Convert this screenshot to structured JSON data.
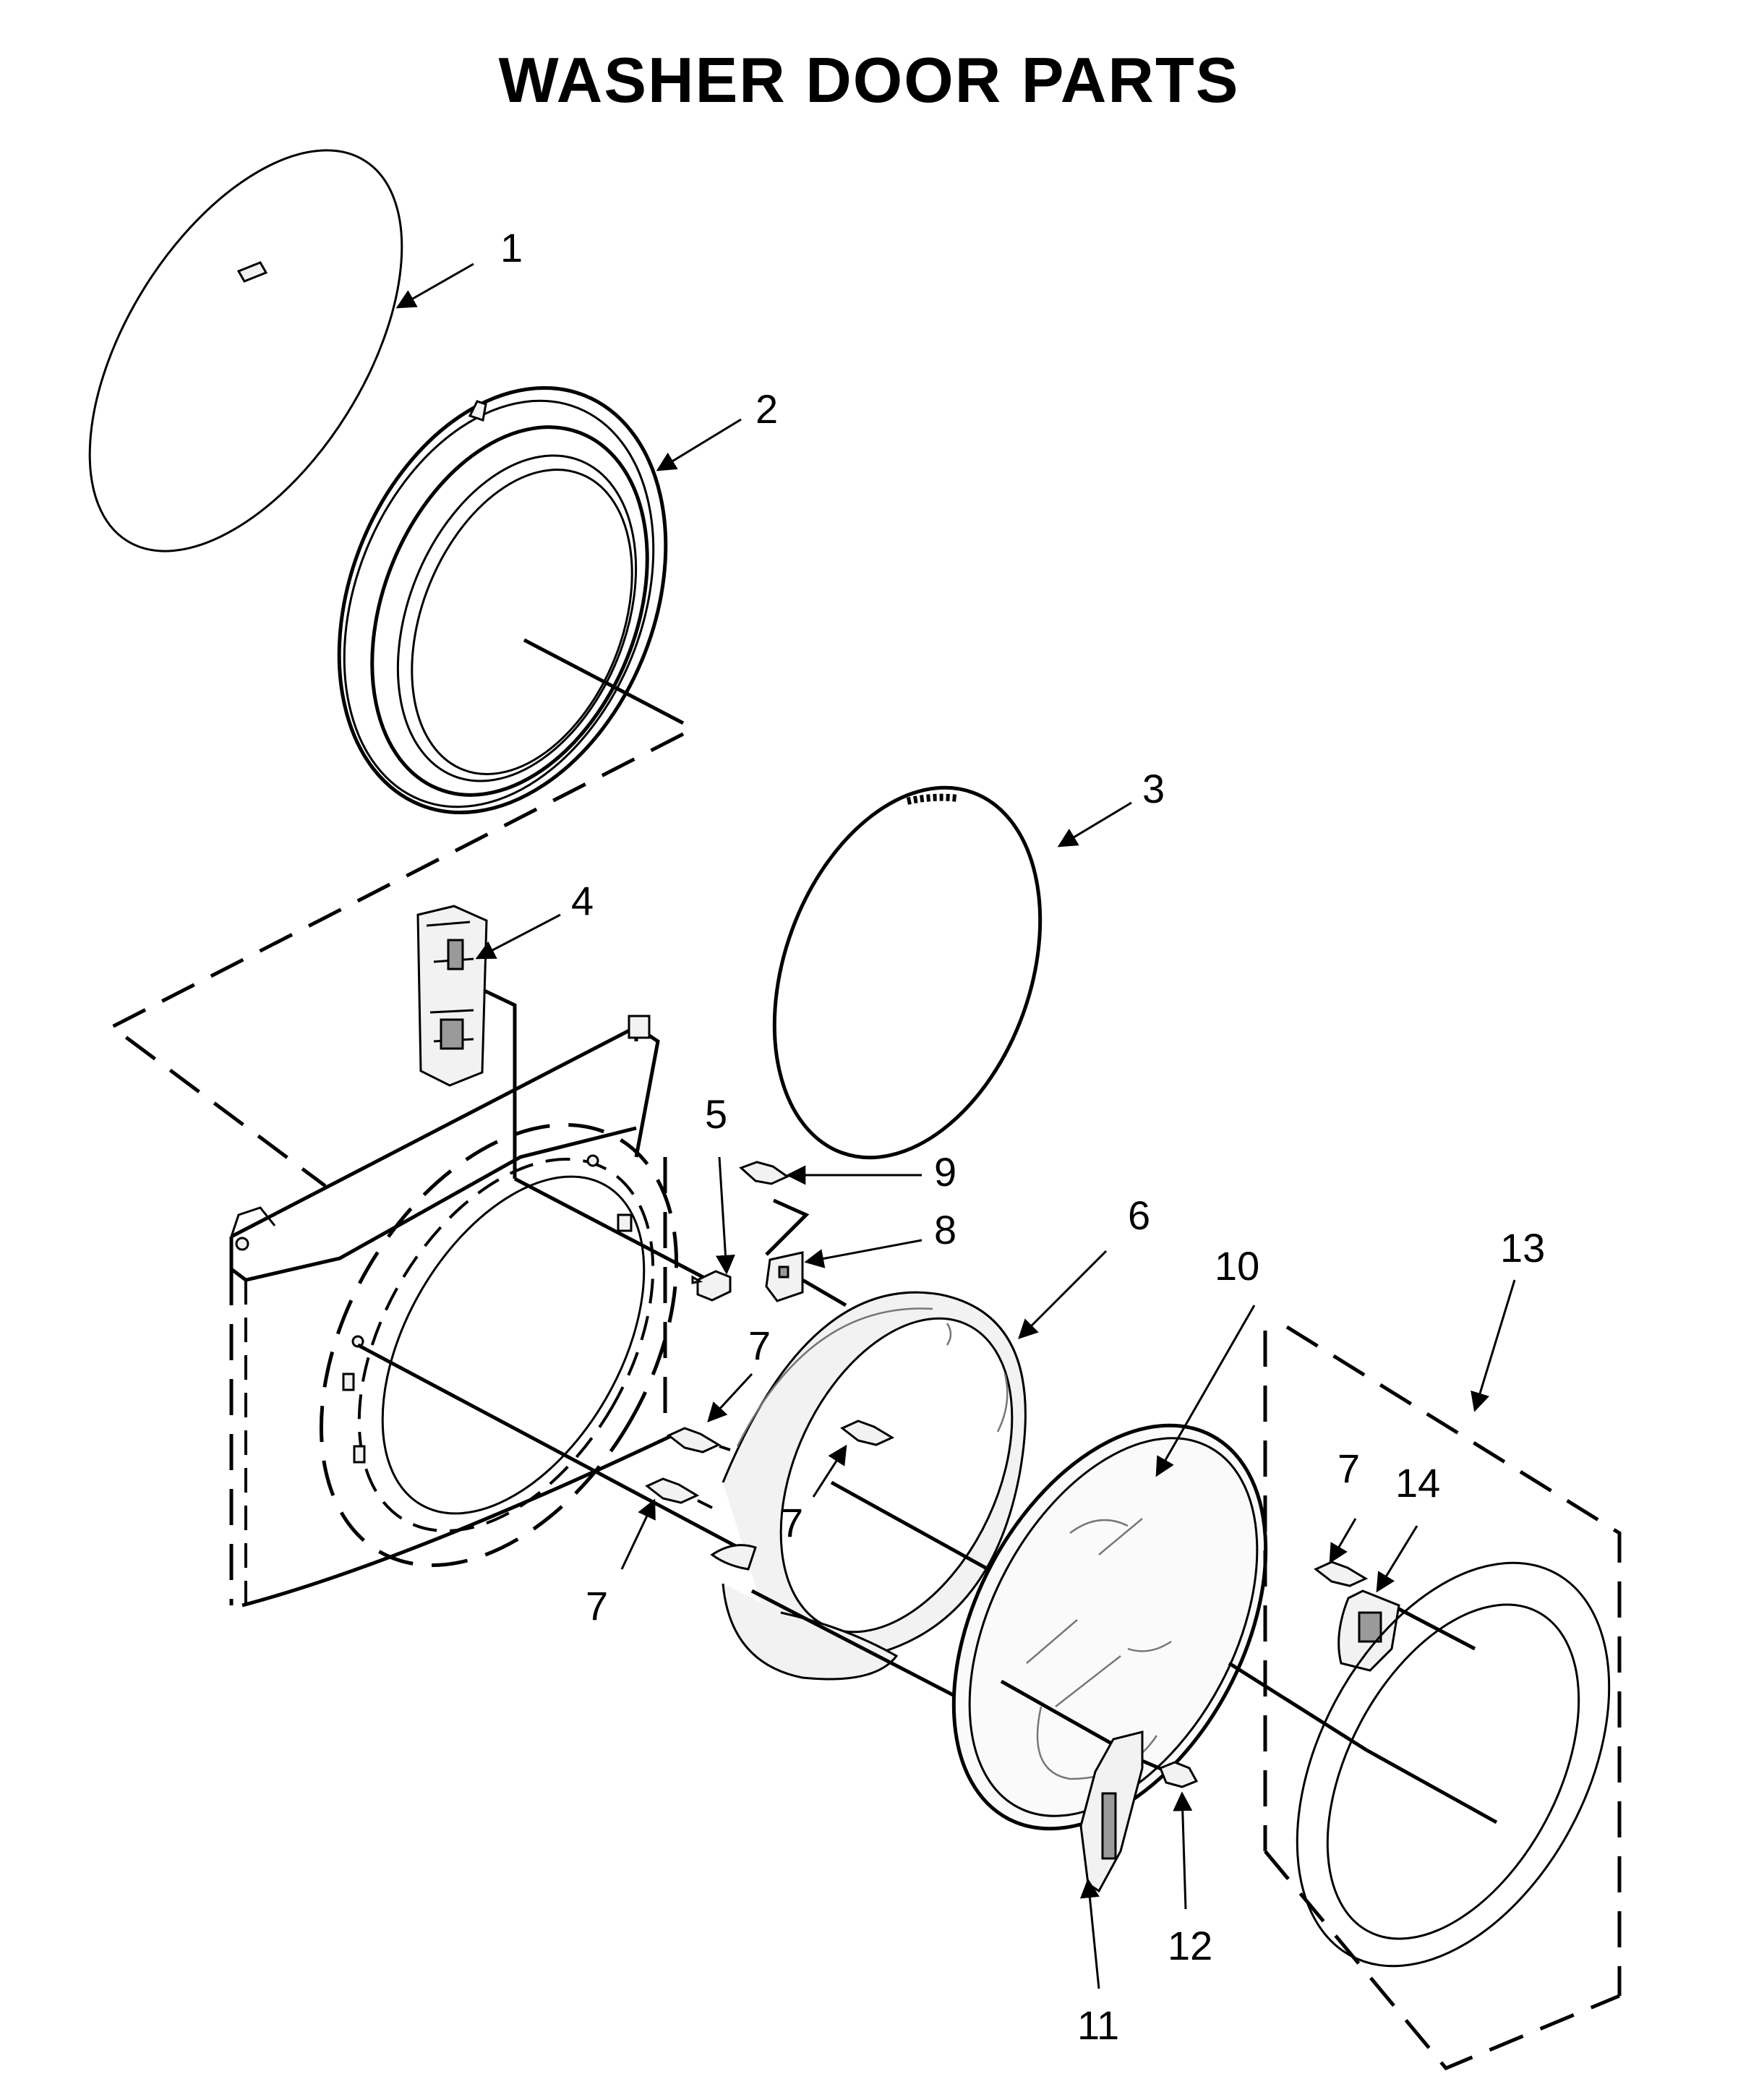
{
  "diagram": {
    "title": "WASHER DOOR PARTS",
    "callouts": [
      {
        "id": "c1",
        "label": "1"
      },
      {
        "id": "c2",
        "label": "2"
      },
      {
        "id": "c3",
        "label": "3"
      },
      {
        "id": "c4",
        "label": "4"
      },
      {
        "id": "c5",
        "label": "5"
      },
      {
        "id": "c6",
        "label": "6"
      },
      {
        "id": "c7a",
        "label": "7"
      },
      {
        "id": "c7b",
        "label": "7"
      },
      {
        "id": "c7c",
        "label": "7"
      },
      {
        "id": "c7d",
        "label": "7"
      },
      {
        "id": "c8",
        "label": "8"
      },
      {
        "id": "c9",
        "label": "9"
      },
      {
        "id": "c10",
        "label": "10"
      },
      {
        "id": "c11",
        "label": "11"
      },
      {
        "id": "c12",
        "label": "12"
      },
      {
        "id": "c13",
        "label": "13"
      },
      {
        "id": "c14",
        "label": "14"
      }
    ]
  }
}
